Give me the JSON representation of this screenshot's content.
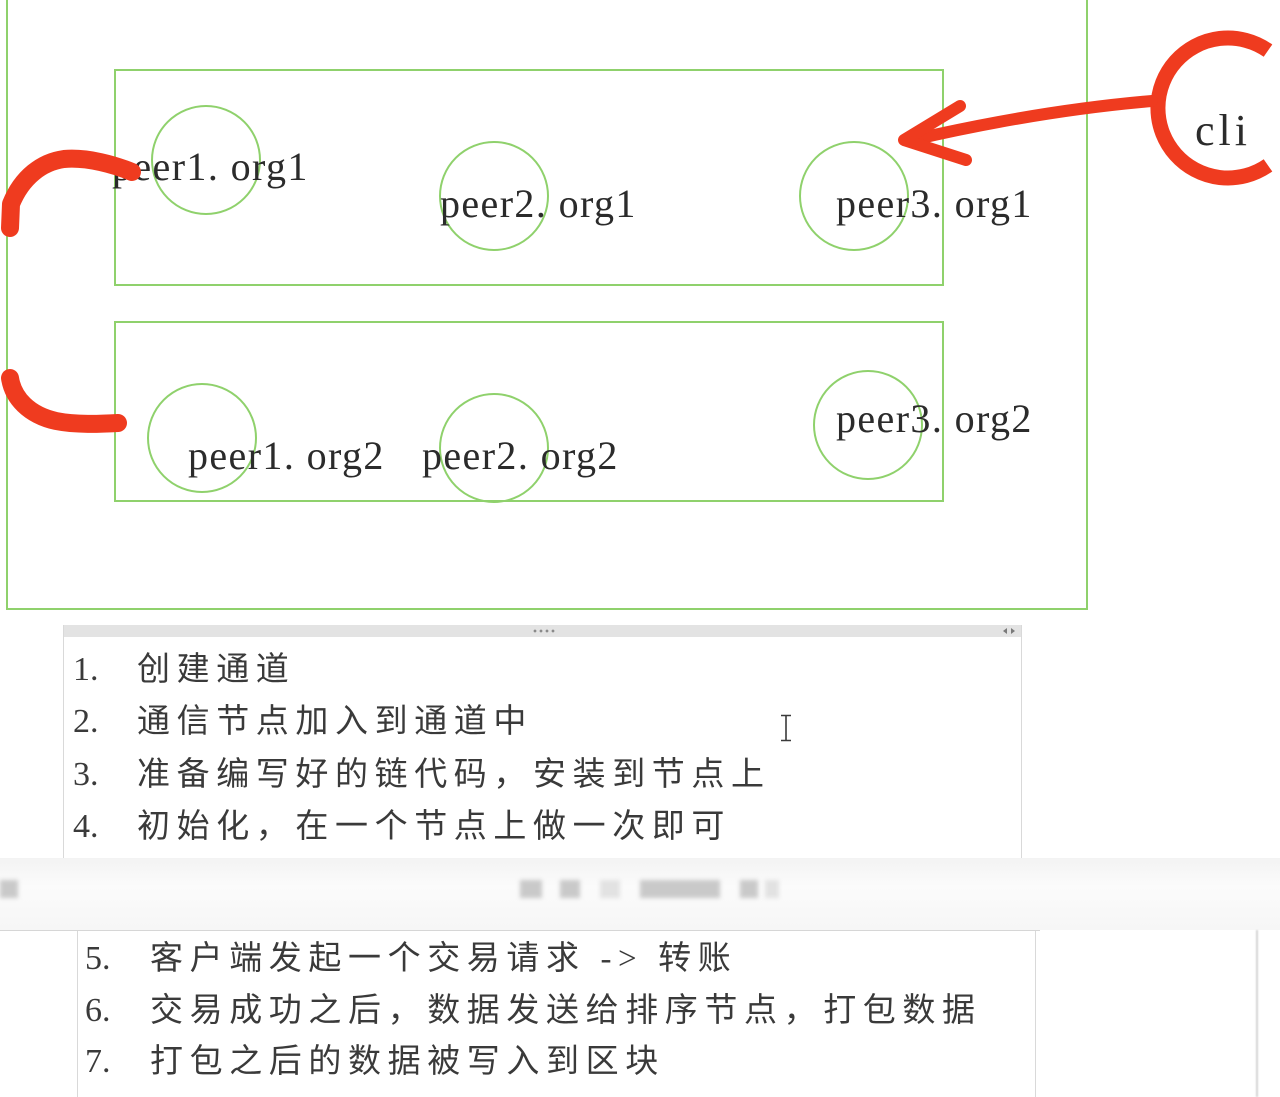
{
  "diagram": {
    "colors": {
      "outline": "#8fd16c",
      "annotation": "#ef3b1f",
      "label": "#2b2b2b"
    },
    "nodes": [
      {
        "label": "peer1. org1"
      },
      {
        "label": "peer2. org1"
      },
      {
        "label": "peer3. org1"
      },
      {
        "label": "peer1. org2"
      },
      {
        "label": "peer2. org2"
      },
      {
        "label": "peer3. org2"
      }
    ],
    "client": {
      "label": "cli"
    }
  },
  "text_box_1": {
    "header": {
      "grip_icon": "grip-dots-icon",
      "arrows_icon": "resize-arrows-icon"
    },
    "steps": [
      {
        "number": "1.",
        "text": "创建通道"
      },
      {
        "number": "2.",
        "text": "通信节点加入到通道中"
      },
      {
        "number": "3.",
        "text": "准备编写好的链代码，安装到节点上"
      },
      {
        "number": "4.",
        "text": "初始化，在一个节点上做一次即可"
      }
    ]
  },
  "text_box_2": {
    "steps": [
      {
        "number": "5.",
        "text": "客户端发起一个交易请求 -> 转账"
      },
      {
        "number": "6.",
        "text": "交易成功之后，数据发送给排序节点，打包数据"
      },
      {
        "number": "7.",
        "text": "打包之后的数据被写入到区块"
      }
    ]
  },
  "cursor": {
    "icon": "text-cursor-icon"
  }
}
